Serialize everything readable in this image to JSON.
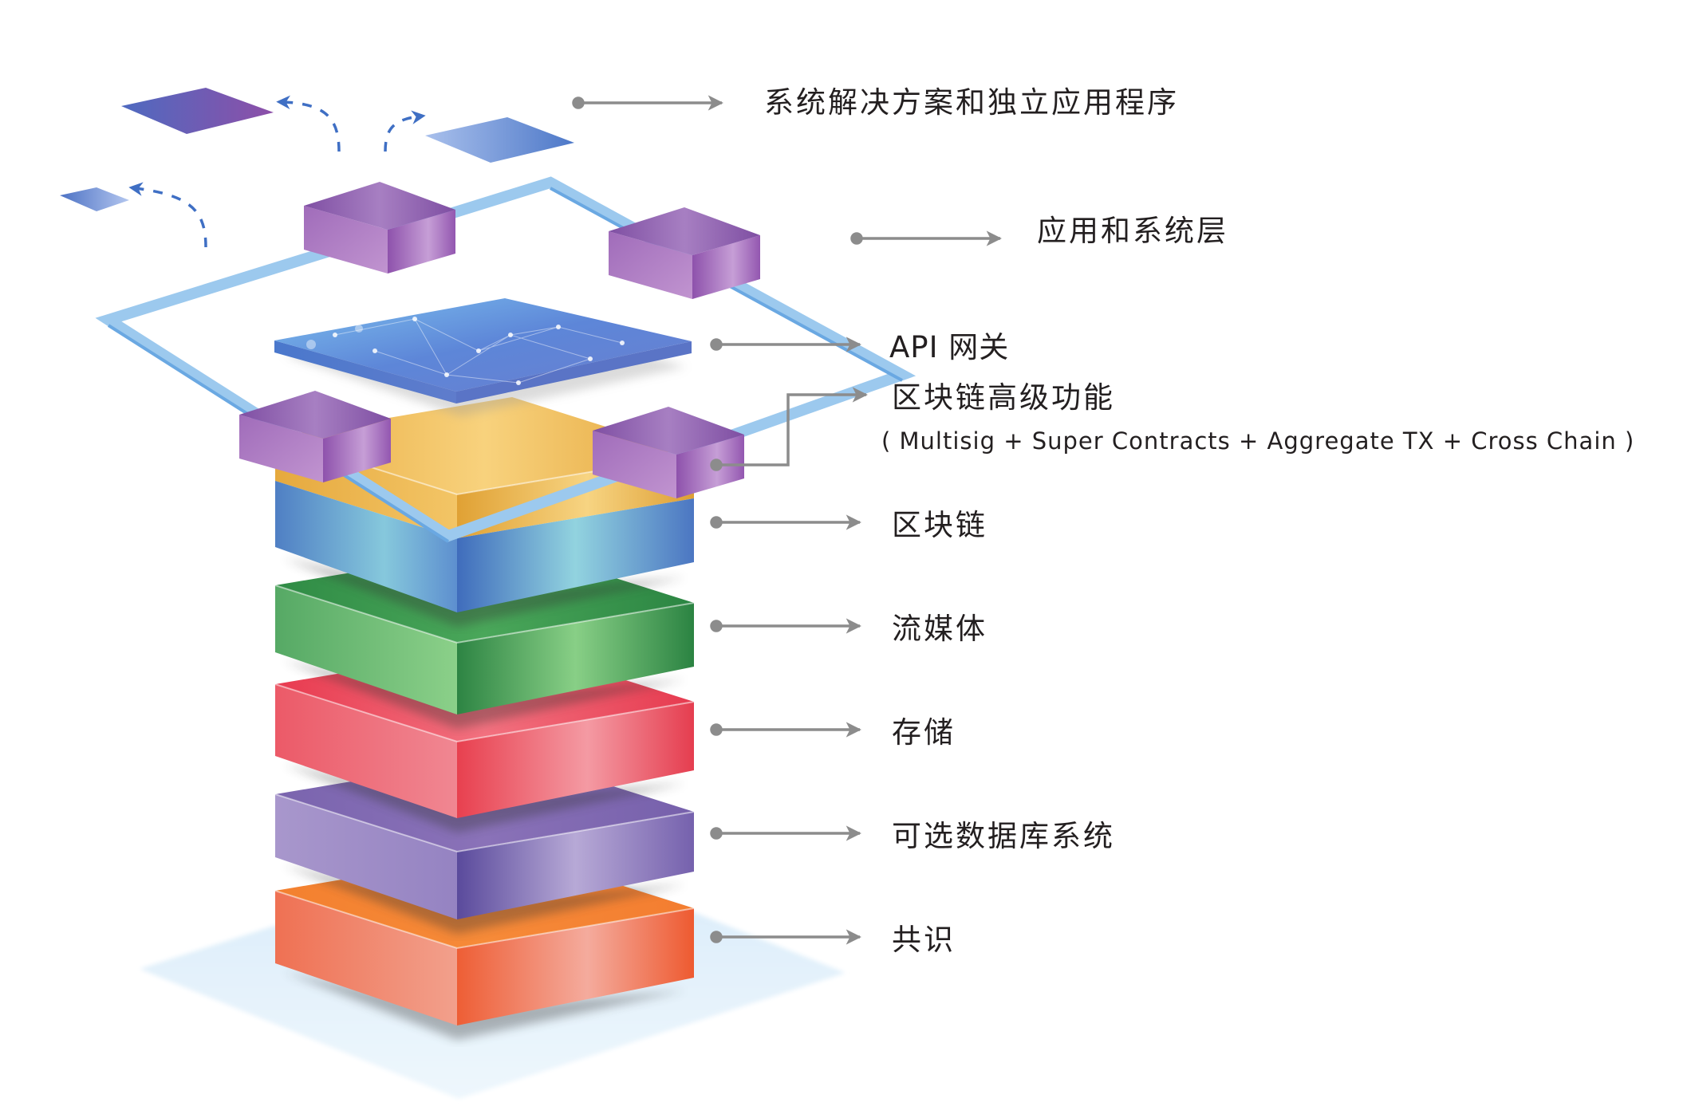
{
  "diagram": {
    "title": "",
    "layers": [
      {
        "id": "apps",
        "label": "系统解决方案和独立应用程序"
      },
      {
        "id": "app_system",
        "label": "应用和系统层"
      },
      {
        "id": "api",
        "label": "API 网关"
      },
      {
        "id": "advanced",
        "label": "区块链高级功能",
        "sublabel": "( Multisig + Super Contracts + Aggregate TX + Cross Chain )"
      },
      {
        "id": "blockchain",
        "label": "区块链"
      },
      {
        "id": "streaming",
        "label": "流媒体"
      },
      {
        "id": "storage",
        "label": "存储"
      },
      {
        "id": "db",
        "label": "可选数据库系统"
      },
      {
        "id": "consensus",
        "label": "共识"
      }
    ],
    "colors": {
      "text": "#231f20",
      "connector": "#8c8c8c",
      "advanced": "#f2bb4e",
      "blockchain": "#4f7fc4",
      "streaming": "#3f9a4e",
      "storage": "#ec4a5c",
      "db": "#7d68b0",
      "consensus": "#f47a3a",
      "api": "#5b84d6",
      "app_cube": "#9a62b3",
      "ring": "#8cc0ea",
      "dashed_arrow": "#3f6fc4",
      "floor": "#e3f1fb"
    }
  }
}
